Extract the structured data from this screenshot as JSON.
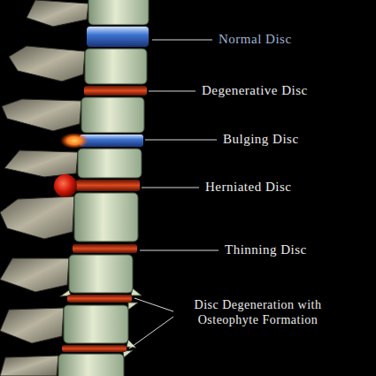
{
  "diagram": {
    "labels": [
      "Normal Disc",
      "Degenerative Disc",
      "Bulging Disc",
      "Herniated Disc",
      "Thinning Disc",
      "Disc Degeneration with Osteophyte Formation"
    ]
  }
}
